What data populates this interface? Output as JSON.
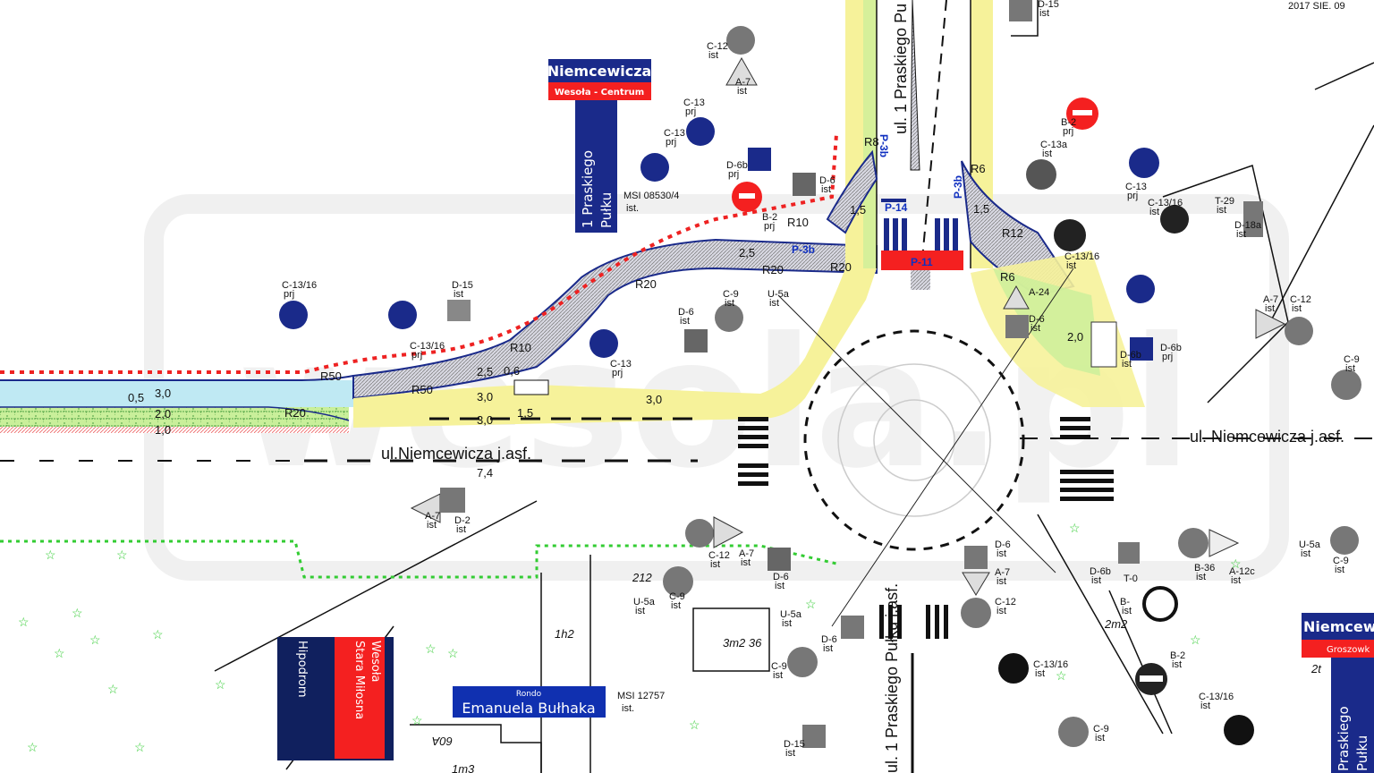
{
  "watermark": "wesola.pl",
  "date_stamp": "2017 SIE. 09",
  "roads": {
    "north": "ul. 1 Praskiego Pu",
    "south": "ul. 1 Praskiego Pułku j.asf.",
    "west": "ul.Niemcewicza j.asf.",
    "east": "ul. Niemcewicza j.asf."
  },
  "direction_signs": {
    "top": {
      "street": "Niemcewicza",
      "sub": "Wesoła - Centrum",
      "vertical_line1": "1 Praskiego",
      "vertical_line2": "Pułku"
    },
    "bottom_left": {
      "blue": "Hipodrom",
      "red_line1": "Wesoła",
      "red_line2": "Stara Miłosna"
    },
    "rondo": {
      "small": "Rondo",
      "name": "Emanuela Bułhaka"
    },
    "right": {
      "street": "Niemcew",
      "sub": "Groszowk",
      "vertical_line1": "Praskiego",
      "vertical_line2": "Pułku"
    }
  },
  "msi": [
    {
      "code": "MSI 08530/4",
      "status": "ist."
    },
    {
      "code": "MSI 12757",
      "status": "ist."
    }
  ],
  "markings": [
    "P-3b",
    "P-3b",
    "P-3b",
    "P-14",
    "P-11"
  ],
  "dimensions": [
    "0,5",
    "3,0",
    "2,0",
    "1,0",
    "R20",
    "R50",
    "R50",
    "2,5",
    "0,6",
    "3,0",
    "3,0",
    "1,5",
    "7,4",
    "R10",
    "R20",
    "2,5",
    "R20",
    "R10",
    "3,0",
    "R20",
    "1,5",
    "R8",
    "R6",
    "1,5",
    "R12",
    "R6",
    "2,0"
  ],
  "sign_labels": [
    {
      "code": "C-12",
      "status": "ist"
    },
    {
      "code": "A-7",
      "status": "ist"
    },
    {
      "code": "C-13",
      "status": "prj"
    },
    {
      "code": "C-13",
      "status": "prj"
    },
    {
      "code": "D-6b",
      "status": "prj"
    },
    {
      "code": "B-2",
      "status": "prj"
    },
    {
      "code": "D-6",
      "status": "ist"
    },
    {
      "code": "C-13/16",
      "status": "prj"
    },
    {
      "code": "C-13/16",
      "status": "prj"
    },
    {
      "code": "D-15",
      "status": "ist"
    },
    {
      "code": "C-13",
      "status": "prj"
    },
    {
      "code": "D-6",
      "status": "ist"
    },
    {
      "code": "C-9",
      "status": "ist"
    },
    {
      "code": "U-5a",
      "status": "ist"
    },
    {
      "code": "A-7",
      "status": "ist"
    },
    {
      "code": "D-2",
      "status": "ist"
    },
    {
      "code": "C-12",
      "status": "ist"
    },
    {
      "code": "A-7",
      "status": "ist"
    },
    {
      "code": "D-6",
      "status": "ist"
    },
    {
      "code": "U-5a",
      "status": "ist"
    },
    {
      "code": "C-9",
      "status": "ist"
    },
    {
      "code": "U-5a",
      "status": "ist"
    },
    {
      "code": "D-6",
      "status": "ist"
    },
    {
      "code": "C-9",
      "status": "ist"
    },
    {
      "code": "D-15",
      "status": "ist"
    },
    {
      "code": "D-6",
      "status": "ist"
    },
    {
      "code": "A-7",
      "status": "ist"
    },
    {
      "code": "C-12",
      "status": "ist"
    },
    {
      "code": "C-13/16",
      "status": "ist"
    },
    {
      "code": "B-2",
      "status": "ist"
    },
    {
      "code": "C-13/16",
      "status": "ist"
    },
    {
      "code": "C-9",
      "status": "ist"
    },
    {
      "code": "B-36",
      "status": "ist"
    },
    {
      "code": "A-12c",
      "status": "ist"
    },
    {
      "code": "U-5a",
      "status": "ist"
    },
    {
      "code": "C-9",
      "status": "ist"
    },
    {
      "code": "D-6b",
      "status": "ist"
    },
    {
      "code": "T-0",
      "status": ""
    },
    {
      "code": "B-",
      "status": "ist"
    },
    {
      "code": "A-7",
      "status": "ist"
    },
    {
      "code": "C-12",
      "status": "ist"
    },
    {
      "code": "C-9",
      "status": "ist"
    },
    {
      "code": "D-6b",
      "status": "prj"
    },
    {
      "code": "C-13",
      "status": "prj"
    },
    {
      "code": "C-13/16",
      "status": "ist"
    },
    {
      "code": "T-29",
      "status": "ist"
    },
    {
      "code": "D-18a",
      "status": "ist"
    },
    {
      "code": "C-13a",
      "status": "ist"
    },
    {
      "code": "B-2",
      "status": "prj"
    },
    {
      "code": "C-13/16",
      "status": "ist"
    },
    {
      "code": "A-24",
      "status": ""
    },
    {
      "code": "D-6",
      "status": "ist"
    },
    {
      "code": "D-6b",
      "status": "ist"
    },
    {
      "code": "D-15",
      "status": "ist"
    }
  ],
  "parcels": [
    "212",
    "1h2",
    "3m2 36",
    "60A",
    "1m3",
    "2m2",
    "2t"
  ],
  "colors": {
    "bike_path": "#bfe9f3",
    "sidewalk": "#f6f29a",
    "grass": "#c9ef9a",
    "red": "#ee2222",
    "blue": "#1a2a8a",
    "sign_red": "#f42020",
    "hatch": "#b8b8c8"
  }
}
